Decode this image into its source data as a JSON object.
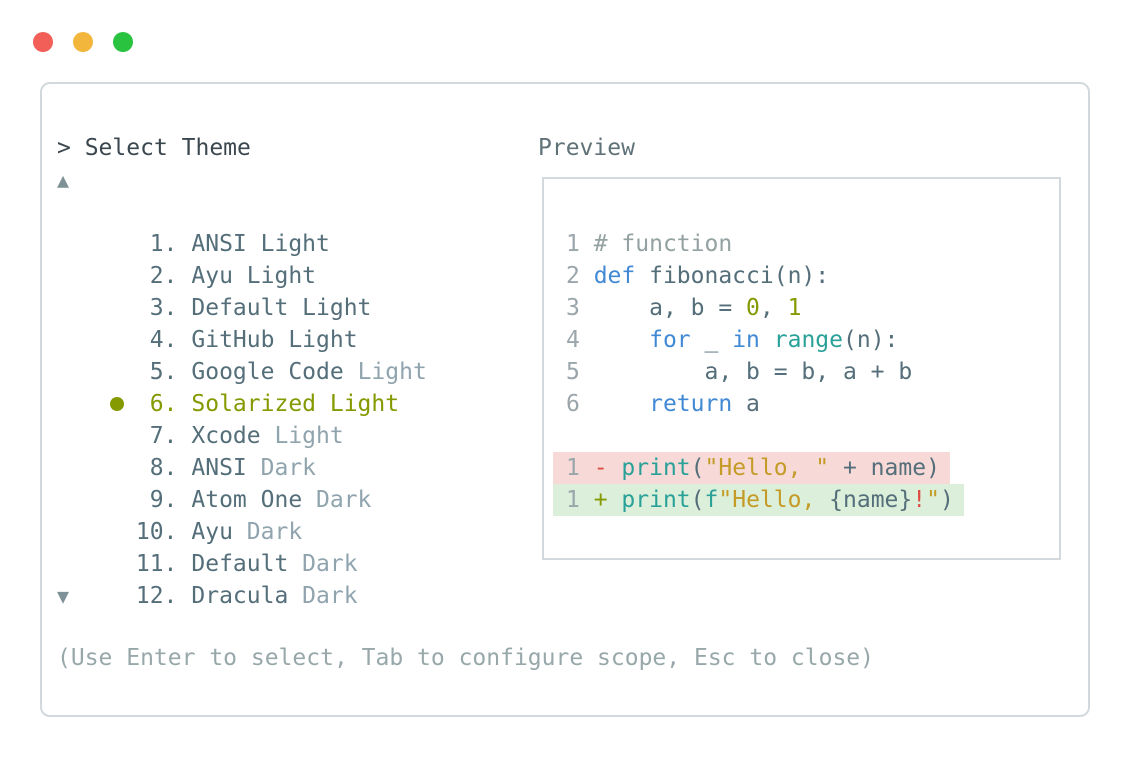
{
  "window": {
    "controls": [
      {
        "name": "close",
        "color": "#f25f58"
      },
      {
        "name": "minimize",
        "color": "#f2b63c"
      },
      {
        "name": "maximize",
        "color": "#29c340"
      }
    ]
  },
  "picker": {
    "prompt": "> ",
    "title": "Select Theme",
    "scroll_up": "▲",
    "scroll_down": "▼",
    "items": [
      {
        "number": "1.",
        "name": "ANSI Light",
        "variant": "",
        "selected": false
      },
      {
        "number": "2.",
        "name": "Ayu Light",
        "variant": "",
        "selected": false
      },
      {
        "number": "3.",
        "name": "Default Light",
        "variant": "",
        "selected": false
      },
      {
        "number": "4.",
        "name": "GitHub Light",
        "variant": "",
        "selected": false
      },
      {
        "number": "5.",
        "name": "Google Code",
        "variant": "Light",
        "selected": false
      },
      {
        "number": "6.",
        "name": "Solarized Light",
        "variant": "",
        "selected": true
      },
      {
        "number": "7.",
        "name": "Xcode",
        "variant": "Light",
        "selected": false
      },
      {
        "number": "8.",
        "name": "ANSI",
        "variant": "Dark",
        "selected": false
      },
      {
        "number": "9.",
        "name": "Atom One",
        "variant": "Dark",
        "selected": false
      },
      {
        "number": "10.",
        "name": "Ayu",
        "variant": "Dark",
        "selected": false
      },
      {
        "number": "11.",
        "name": "Default",
        "variant": "Dark",
        "selected": false
      },
      {
        "number": "12.",
        "name": "Dracula",
        "variant": "Dark",
        "selected": false
      }
    ],
    "hint": "(Use Enter to select, Tab to configure scope, Esc to close)"
  },
  "preview": {
    "label": "Preview",
    "code_lines": [
      {
        "num": "1",
        "tokens": [
          {
            "c": "com",
            "t": "# function"
          }
        ]
      },
      {
        "num": "2",
        "tokens": [
          {
            "c": "kw",
            "t": "def"
          },
          {
            "c": "def",
            "t": " fibonacci(n):"
          }
        ]
      },
      {
        "num": "3",
        "tokens": [
          {
            "c": "def",
            "t": "    a, b = "
          },
          {
            "c": "num",
            "t": "0"
          },
          {
            "c": "def",
            "t": ", "
          },
          {
            "c": "num",
            "t": "1"
          }
        ]
      },
      {
        "num": "4",
        "tokens": [
          {
            "c": "def",
            "t": "    "
          },
          {
            "c": "kw",
            "t": "for"
          },
          {
            "c": "def",
            "t": " _ "
          },
          {
            "c": "kw",
            "t": "in"
          },
          {
            "c": "def",
            "t": " "
          },
          {
            "c": "fn",
            "t": "range"
          },
          {
            "c": "def",
            "t": "(n):"
          }
        ]
      },
      {
        "num": "5",
        "tokens": [
          {
            "c": "def",
            "t": "        a, b = b, a + b"
          }
        ]
      },
      {
        "num": "6",
        "tokens": [
          {
            "c": "def",
            "t": "    "
          },
          {
            "c": "kw",
            "t": "return"
          },
          {
            "c": "def",
            "t": " a"
          }
        ]
      }
    ],
    "diff_lines": [
      {
        "num": "1",
        "type": "removed",
        "tokens": [
          {
            "c": "red",
            "t": "- "
          },
          {
            "c": "fn",
            "t": "print"
          },
          {
            "c": "def",
            "t": "("
          },
          {
            "c": "str",
            "t": "\"Hello, \""
          },
          {
            "c": "def",
            "t": " + name)"
          }
        ]
      },
      {
        "num": "1",
        "type": "added",
        "tokens": [
          {
            "c": "add",
            "t": "+ "
          },
          {
            "c": "fn",
            "t": "print"
          },
          {
            "c": "def",
            "t": "("
          },
          {
            "c": "fn",
            "t": "f"
          },
          {
            "c": "str",
            "t": "\"Hello, "
          },
          {
            "c": "def",
            "t": "{name}"
          },
          {
            "c": "red",
            "t": "!"
          },
          {
            "c": "str",
            "t": "\""
          },
          {
            "c": "def",
            "t": ")"
          }
        ]
      }
    ]
  },
  "palette": {
    "accent_olive": "#859900",
    "keyword_blue": "#4189d4",
    "function_teal": "#2aa198",
    "string_yellow": "#c49b26",
    "error_red": "#dd4b43",
    "comment_gray": "#93a1a1",
    "text_slate": "#546e7a",
    "muted_gray": "#90a4ae",
    "removed_bg": "#f7dad8",
    "added_bg": "#dcefda"
  }
}
